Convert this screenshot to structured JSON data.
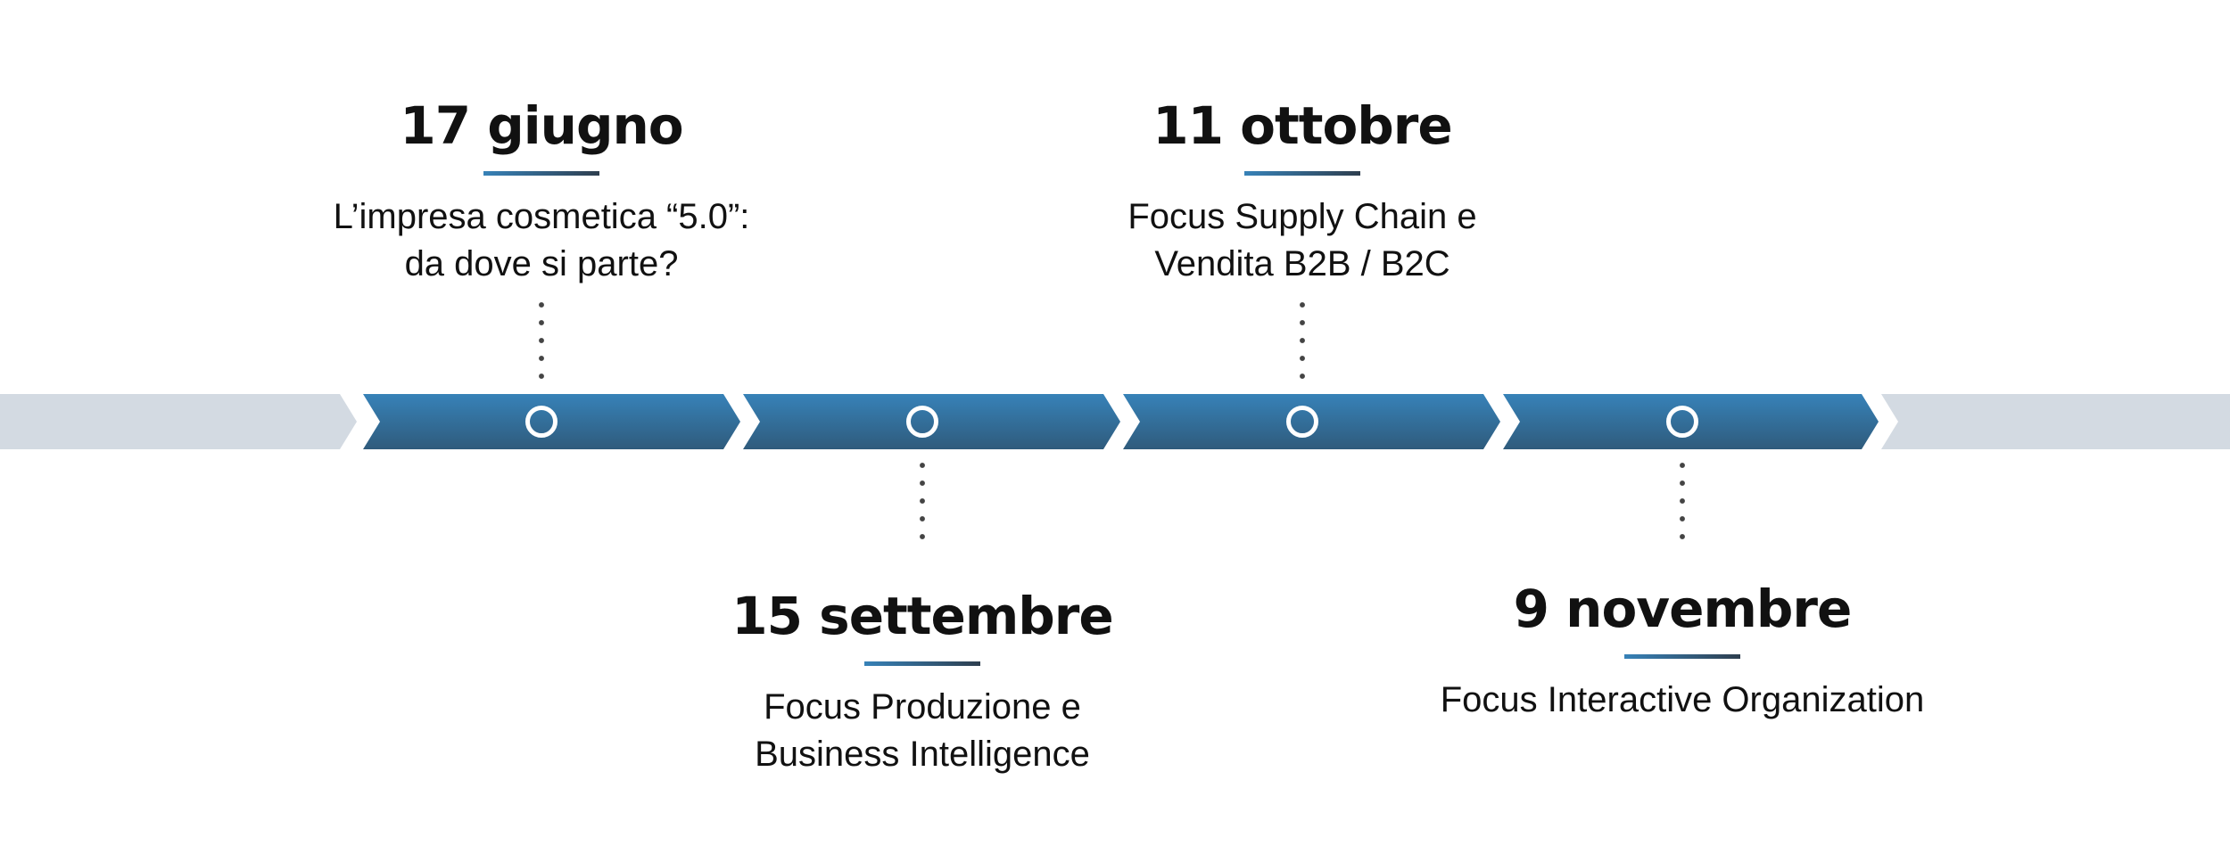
{
  "events": [
    {
      "date": "17 giugno",
      "lines": [
        "L’impresa cosmetica “5.0”:",
        "da dove si parte?"
      ]
    },
    {
      "date": "15 settembre",
      "lines": [
        "Focus Produzione e",
        "Business Intelligence"
      ]
    },
    {
      "date": "11 ottobre",
      "lines": [
        "Focus Supply Chain e",
        "Vendita B2B / B2C"
      ]
    },
    {
      "date": "9 novembre",
      "lines": [
        "Focus Interactive Organization"
      ]
    }
  ],
  "colors": {
    "bar_blue_top": "#3782b8",
    "bar_blue_bottom": "#2f5b7c",
    "bar_gray": "#d3dae2"
  }
}
